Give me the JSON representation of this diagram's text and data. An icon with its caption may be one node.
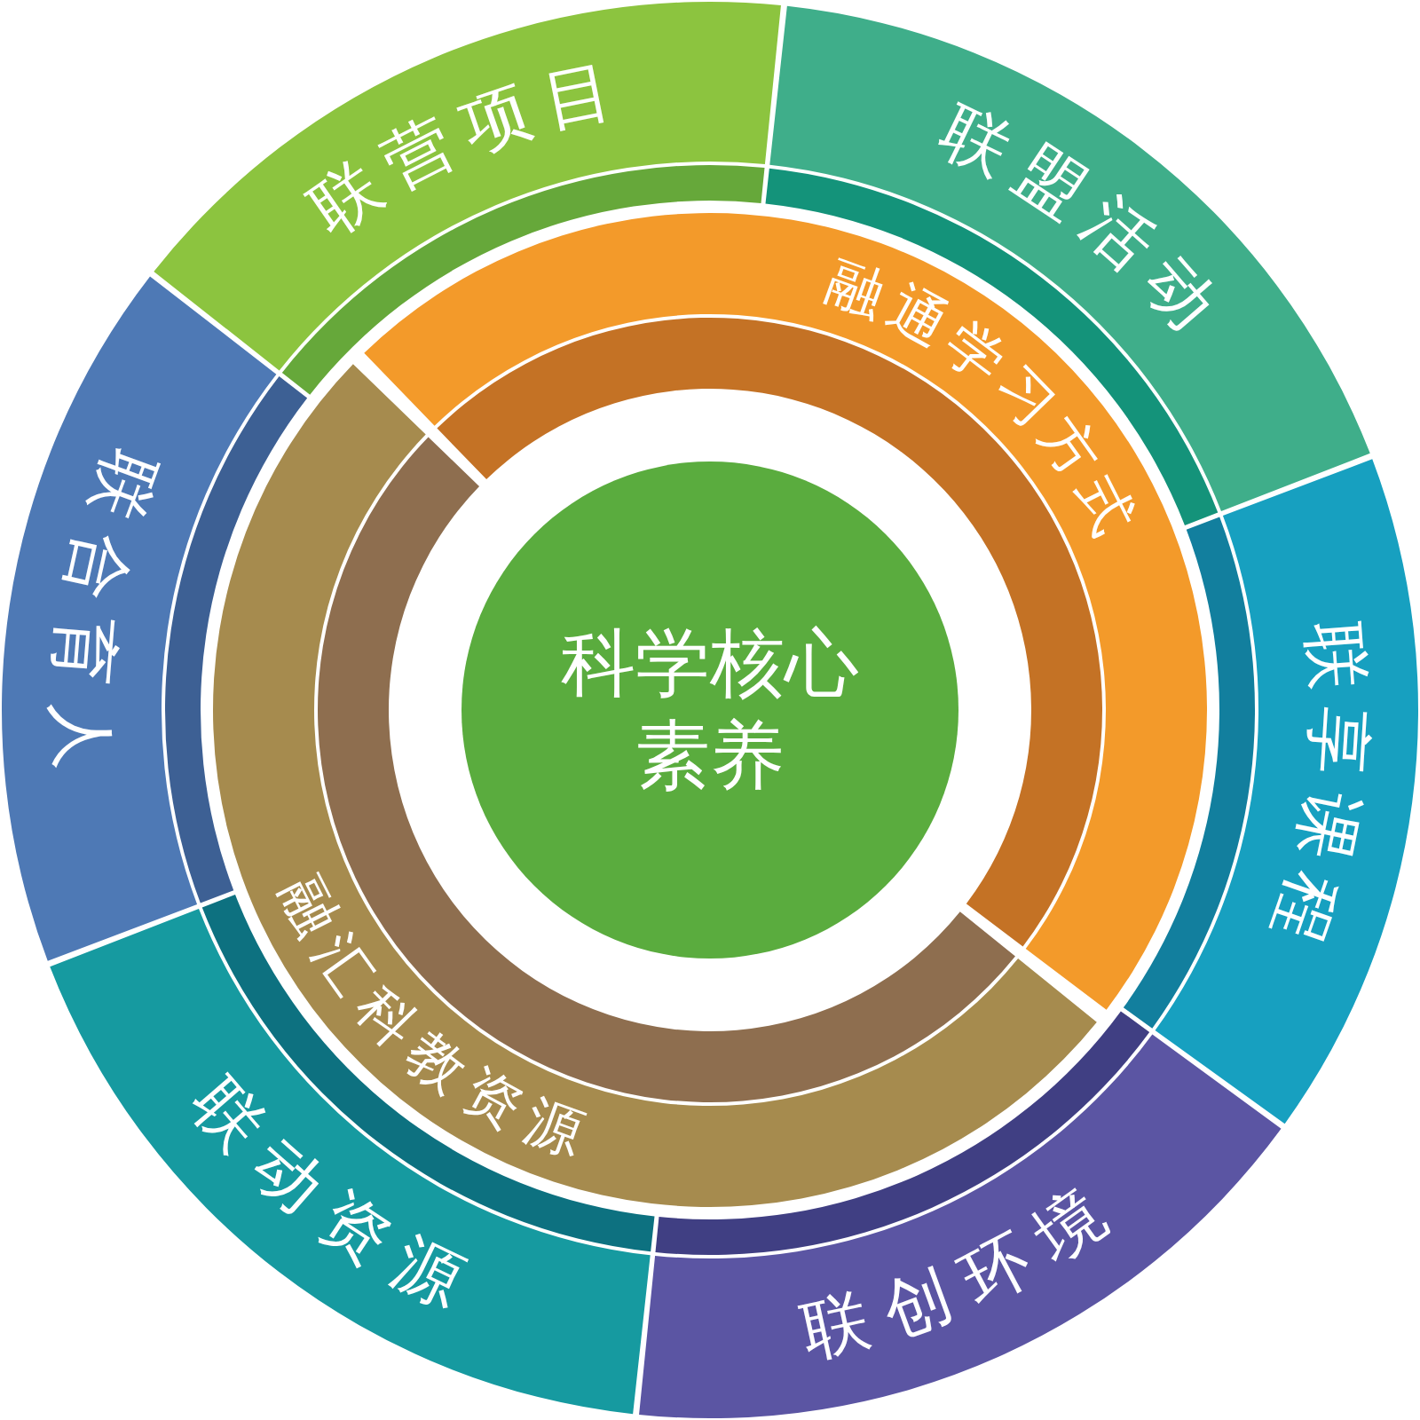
{
  "diagram": {
    "nodes": [
      {
        "text": [
          "联营项目"
        ]
      },
      {
        "text": [
          "联盟活动"
        ]
      },
      {
        "text": [
          "联享课程"
        ]
      },
      {
        "text": [
          "联创环境"
        ]
      },
      {
        "text": [
          "联动资源"
        ]
      },
      {
        "text": [
          "联合育人"
        ]
      },
      {
        "text": [
          "融通学习方式"
        ]
      },
      {
        "text": [
          "融汇科教资源"
        ]
      },
      {
        "text": [
          "科学核心素养"
        ]
      }
    ]
  }
}
